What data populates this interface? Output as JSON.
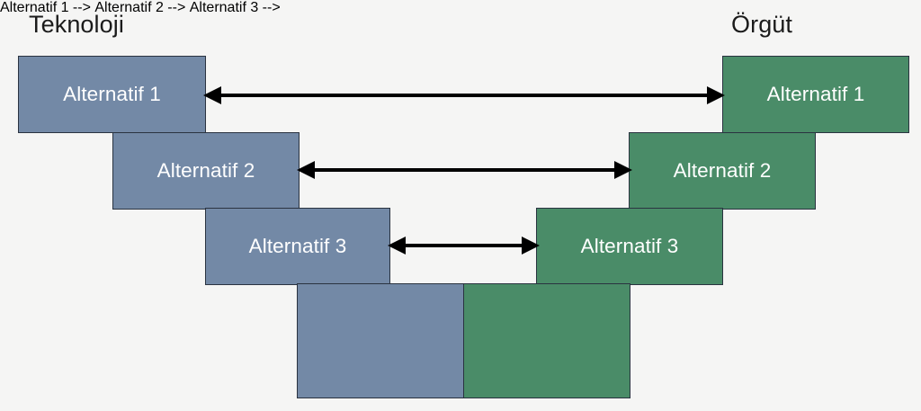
{
  "diagram": {
    "background_color": "#f5f5f4",
    "columns": [
      {
        "id": "technology",
        "title": "Teknoloji",
        "color": "#7389a6",
        "items": [
          {
            "label": "Alternatif 1"
          },
          {
            "label": "Alternatif 2"
          },
          {
            "label": "Alternatif 3"
          },
          {
            "label": ""
          }
        ]
      },
      {
        "id": "organisation",
        "title": "Örgüt",
        "color": "#4a8c68",
        "items": [
          {
            "label": "Alternatif 1"
          },
          {
            "label": "Alternatif 2"
          },
          {
            "label": "Alternatif 3"
          },
          {
            "label": ""
          }
        ]
      }
    ],
    "connectors": [
      {
        "id": "row-1",
        "kind": "double-headed-arrow",
        "color": "#000000",
        "from": "technology.alternatif-1",
        "to": "organisation.alternatif-1"
      },
      {
        "id": "row-2",
        "kind": "double-headed-arrow",
        "color": "#000000",
        "from": "technology.alternatif-2",
        "to": "organisation.alternatif-2"
      },
      {
        "id": "row-3",
        "kind": "double-headed-arrow",
        "color": "#000000",
        "from": "technology.alternatif-3",
        "to": "organisation.alternatif-3"
      }
    ]
  }
}
